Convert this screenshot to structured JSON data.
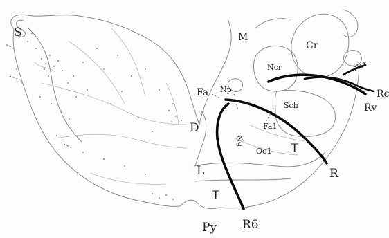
{
  "labels": {
    "s": "S",
    "m": "M",
    "cr": "Cr",
    "ncr": "Ncr",
    "sch": "Sch",
    "fa": "Fa",
    "np": "Np",
    "ng": "Ng",
    "fa1": "Fa1",
    "oo": "Oo1",
    "t1": "T",
    "t2": "T",
    "l": "L",
    "d": "D",
    "r": "R",
    "rc": "Rc",
    "rv": "Rv",
    "r6": "R6",
    "py": "Py",
    "npr": "Ncr"
  }
}
